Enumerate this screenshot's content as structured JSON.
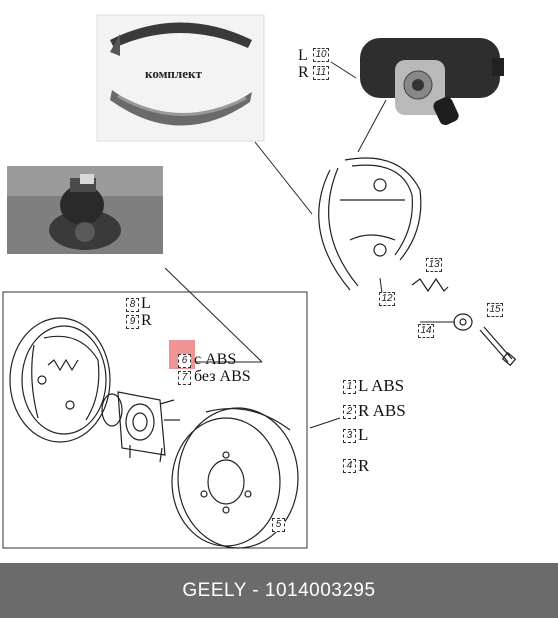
{
  "kit_photo": {
    "stamp_text": "комплект"
  },
  "cylinder_labels": {
    "left": "L",
    "left_num": "10",
    "right": "R",
    "right_num": "11"
  },
  "shoe_assembly": {
    "num": "12"
  },
  "spring": {
    "num": "13"
  },
  "cup": {
    "num": "14"
  },
  "pin": {
    "num": "15"
  },
  "backplate_labels": {
    "left": "L",
    "left_num": "8",
    "right": "R",
    "right_num": "9"
  },
  "hub_labels": {
    "abs_num": "6",
    "abs_text": "с ABS",
    "noabs_num": "7",
    "noabs_text": "без ABS"
  },
  "drum": {
    "num": "5"
  },
  "legend": [
    {
      "num": "1",
      "text": "L ABS"
    },
    {
      "num": "2",
      "text": "R ABS"
    },
    {
      "num": "3",
      "text": "L"
    },
    {
      "num": "4",
      "text": "R"
    }
  ],
  "highlight_color": "#e23c3c",
  "footer": {
    "text": "GEELY - 1014003295"
  }
}
